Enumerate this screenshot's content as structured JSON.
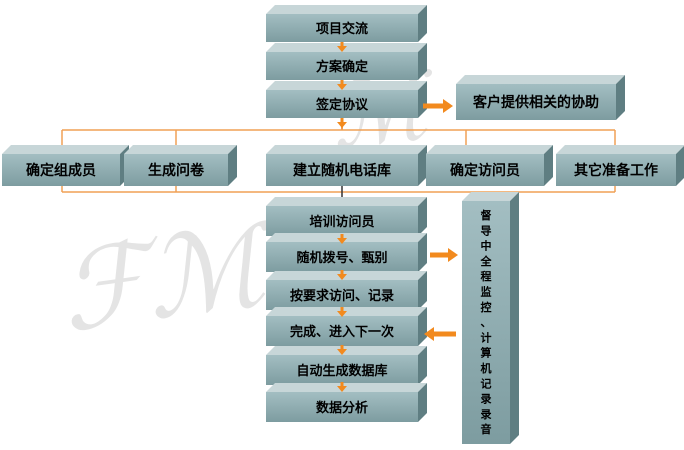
{
  "colors": {
    "front": "#8fadb1",
    "top": "#c7d6d8",
    "side": "#5f7e82",
    "connector": "#f0a055",
    "arrow": "#f28a1e",
    "text": "#000000"
  },
  "flow_main": [
    "项目交流",
    "方案确定",
    "签定协议"
  ],
  "customer_assist": "客户提供相关的协助",
  "branches": [
    "确定组成员",
    "生成问卷",
    "建立随机电话库",
    "确定访问员",
    "其它准备工作"
  ],
  "flow_exec": [
    "培训访问员",
    "随机拨号、甄别",
    "按要求访问、记录",
    "完成、进入下一次",
    "自动生成数据库",
    "数据分析"
  ],
  "supervision": [
    "督",
    "导",
    "中",
    "全",
    "程",
    "监",
    "控",
    "、",
    "计",
    "算",
    "机",
    "记",
    "录",
    "录",
    "音"
  ]
}
